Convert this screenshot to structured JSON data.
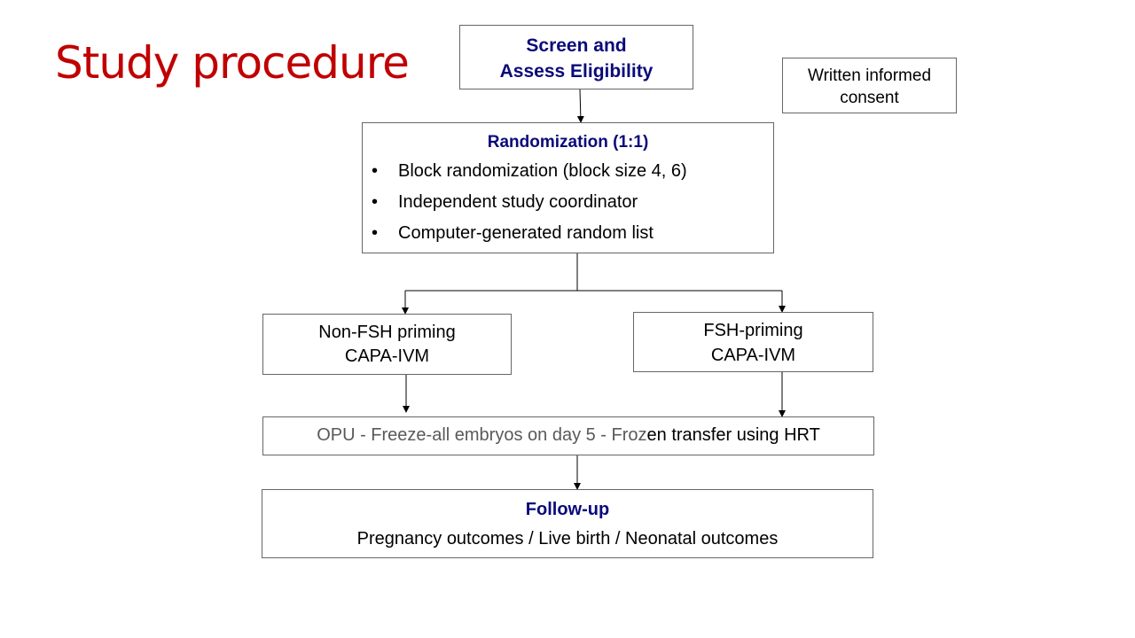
{
  "title": "Study procedure",
  "screen": {
    "line1": "Screen and",
    "line2": "Assess Eligibility"
  },
  "consent": {
    "line1": "Written informed",
    "line2": "consent"
  },
  "randomization": {
    "heading": "Randomization (1:1)",
    "bullets": [
      "Block randomization (block size 4, 6)",
      "Independent study coordinator",
      "Computer-generated random list"
    ]
  },
  "arms": {
    "left": {
      "line1": "Non-FSH priming",
      "line2": "CAPA-IVM"
    },
    "right": {
      "line1": "FSH-priming",
      "line2": "CAPA-IVM"
    }
  },
  "opu": {
    "part1": "OPU - Freeze-all embryos on day 5 - Froz",
    "part2": "en transfer using HRT"
  },
  "followup": {
    "heading": "Follow-up",
    "text": "Pregnancy outcomes / Live birth / Neonatal outcomes"
  }
}
